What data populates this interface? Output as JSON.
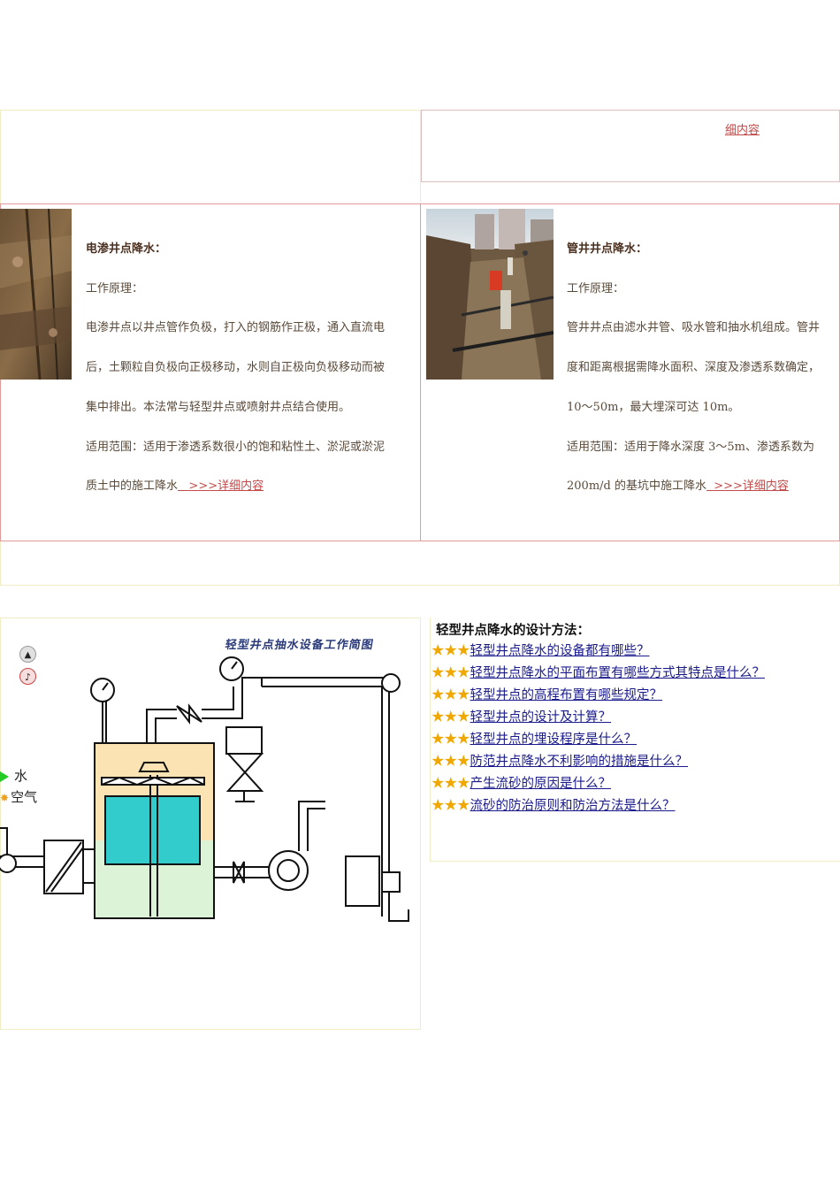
{
  "top_link": "细内容",
  "left_card": {
    "title": "电渗井点降水：",
    "principle_label": "工作原理：",
    "lines": [
      "电渗井点以井点管作负极，打入的钢筋作正极，通入直流电",
      "后，土颗粒自负极向正极移动，水则自正极向负极移动而被",
      "集中排出。本法常与轻型井点或喷射井点结合使用。",
      "适用范围：适用于渗透系数很小的饱和粘性土、淤泥或淤泥",
      "质土中的施工降水"
    ],
    "more_link": ">>>详细内容"
  },
  "right_card": {
    "title": "管井井点降水：",
    "principle_label": "工作原理：",
    "lines": [
      "管井井点由滤水井管、吸水管和抽水机组成。管井",
      "度和距离根据需降水面积、深度及渗透系数确定，",
      "10～50m，最大埋深可达 10m。",
      "适用范围：适用于降水深度 3～5m、渗透系数为",
      "200m/d 的基坑中施工降水"
    ],
    "more_link": ">>>详细内容"
  },
  "diagram": {
    "title": "轻型井点抽水设备工作简图",
    "legend_water": "水",
    "legend_air": "空气",
    "colors": {
      "water_tank": "#33cccc",
      "upper_chamber": "#fbe3b4",
      "lower_chamber": "#dcf3d8",
      "legend_green": "#22cc22",
      "legend_orange": "#f0a020"
    }
  },
  "questions": {
    "title": "轻型井点降水的设计方法：",
    "stars": "★★★",
    "items": [
      "轻型井点降水的设备都有哪些？",
      "轻型井点降水的平面布置有哪些方式其特点是什么？",
      "轻型井点的高程布置有哪些规定？",
      "轻型井点的设计及计算？",
      "轻型井点的埋设程序是什么？",
      "防范井点降水不利影响的措施是什么？",
      "产生流砂的原因是什么？",
      "流砂的防治原则和防治方法是什么？"
    ]
  }
}
